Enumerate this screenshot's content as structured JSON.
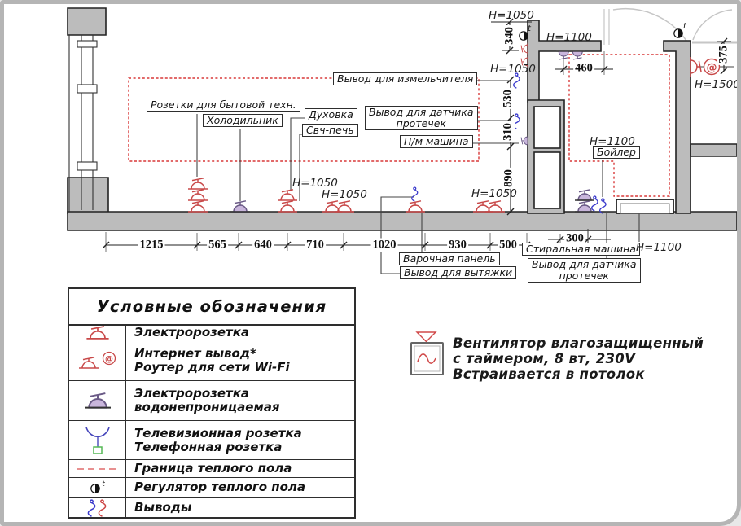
{
  "icons": {
    "internet_at": "@",
    "thermostat_t": "t"
  },
  "colors": {
    "socket_red": "#c84848",
    "waterproof_fill": "#c9b6dc",
    "output_blue": "#3a3acc",
    "warm_floor_red": "#d83838",
    "wall_gray": "#bcbcbc",
    "tv_blue": "#4646bb",
    "phone_green": "#55b855"
  },
  "plan": {
    "boxes": {
      "grinder": "Вывод для измельчителя",
      "appliance_sockets": "Розетки для бытовой техн.",
      "fridge": "Холодильник",
      "oven": "Духовка",
      "microwave": "Свч-печь",
      "leak_top_1": "Вывод для датчика",
      "leak_top_2": "протечек",
      "dishwasher": "П/м машина",
      "boiler": "Бойлер",
      "hob": "Варочная панель",
      "hood": "Вывод для вытяжки",
      "washer": "Стиральная машина",
      "leak_bottom_1": "Вывод для датчика",
      "leak_bottom_2": "протечек"
    },
    "heights": {
      "h1": "Н=1050",
      "h2": "Н=1050",
      "h3": "Н=1100",
      "h4": "Н=1500",
      "h5": "Н=1050",
      "h6": "Н=1050",
      "h7": "Н=1050",
      "h8": "Н=1100",
      "h9": "Н=1100"
    },
    "dims": {
      "w1": "1215",
      "w2": "565",
      "w3": "640",
      "w4": "710",
      "w5": "1020",
      "w6": "930",
      "w7": "500",
      "w8": "300",
      "w9": "460",
      "v340": "340",
      "v530": "530",
      "v310": "310",
      "v890": "890",
      "v375": "375"
    }
  },
  "legend": {
    "title": "Условные обозначения",
    "rows": [
      {
        "name": "socket",
        "lines": [
          "Электророзетка"
        ]
      },
      {
        "name": "internet-router",
        "lines": [
          "Интернет вывод*",
          "Роутер для сети Wi-Fi"
        ]
      },
      {
        "name": "waterproof-socket",
        "lines": [
          "Электророзетка",
          "водонепроницаемая"
        ]
      },
      {
        "name": "tv-phone-socket",
        "lines": [
          "Телевизионная розетка",
          "Телефонная розетка"
        ]
      },
      {
        "name": "warm-floor-border",
        "lines": [
          "Граница теплого пола"
        ]
      },
      {
        "name": "warm-floor-regulator",
        "lines": [
          "Регулятор теплого пола"
        ]
      },
      {
        "name": "outputs",
        "lines": [
          "Выводы"
        ]
      }
    ]
  },
  "fan_note": {
    "lines": [
      "Вентилятор влагозащищенный",
      "с таймером, 8 вт, 230V",
      "Встраивается в потолок"
    ]
  }
}
